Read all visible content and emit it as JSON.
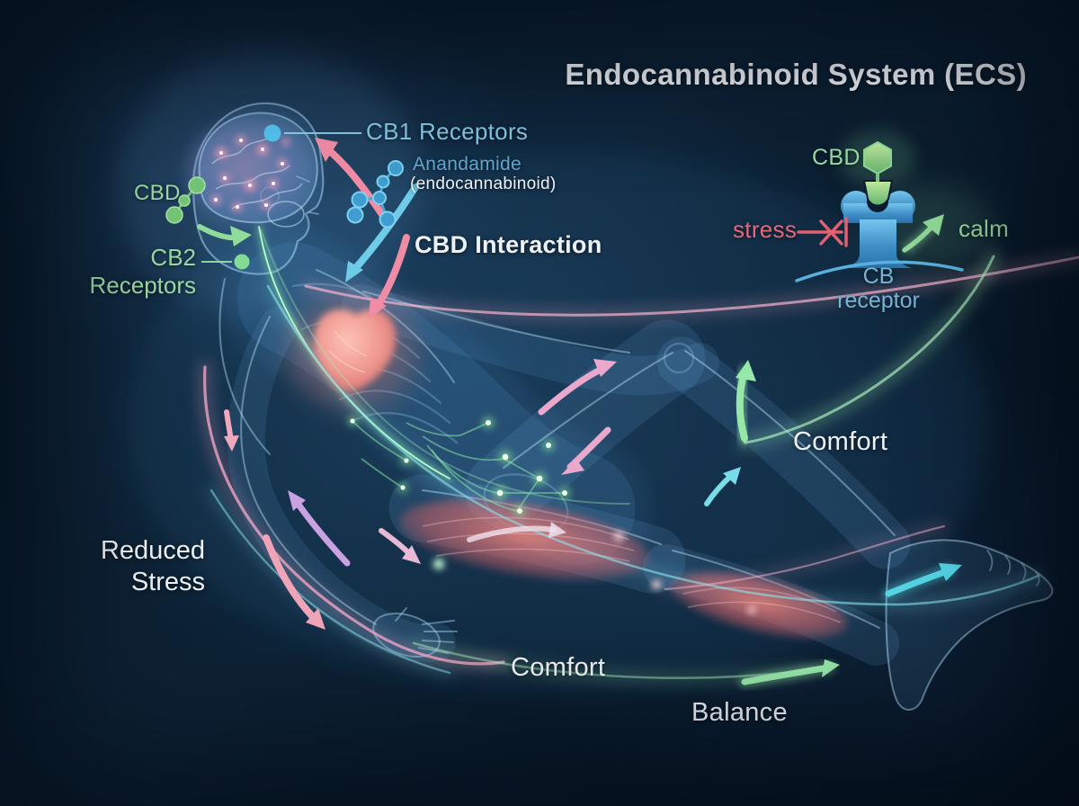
{
  "title": "Endocannabinoid System (ECS)",
  "labels": {
    "cb1_receptors": "CB1 Receptors",
    "anandamide": "Anandamide",
    "anandamide_sub": "(endocannabinoid)",
    "cbd": "CBD",
    "cb2_line1": "CB2",
    "cb2_line2": "Receptors",
    "cbd_interaction": "CBD Interaction",
    "comfort_upper": "Comfort",
    "reduced_stress_line1": "Reduced",
    "reduced_stress_line2": "Stress",
    "comfort_lower": "Comfort",
    "balance": "Balance"
  },
  "inset": {
    "cbd": "CBD",
    "stress": "stress",
    "calm": "calm",
    "receptor_line1": "CB",
    "receptor_line2": "receptor"
  },
  "icons": {
    "anandamide_molecule": "anandamide-molecule-icon",
    "cbd_molecule": "cbd-molecule-icon",
    "cb1_marker": "cb1-marker-dot",
    "cb2_marker": "cb2-marker-dot",
    "cbd_hexagon": "cbd-hexagon-icon",
    "cb_receptor": "cb-receptor-icon",
    "stress_block": "stress-block-icon",
    "calm_arrow": "calm-arrow-icon"
  },
  "colors": {
    "background": "#0a1b2d",
    "title_text": "#f2f6fa",
    "cb1_blue": "#85c6e6",
    "anandamide_blue": "#63a6cf",
    "receptor_label_blue": "#74b4d8",
    "green_label": "#9ad9a4",
    "stress_pink": "#e4687a",
    "white_label": "#eef2f6",
    "heart_pink": "#f09a92",
    "muscle_red": "#e07a78",
    "nerve_green": "#86e8a6",
    "stream_pink": "#f2a0c0",
    "stream_cyan": "#78dce8",
    "body_blue": "#9fd4f0"
  }
}
